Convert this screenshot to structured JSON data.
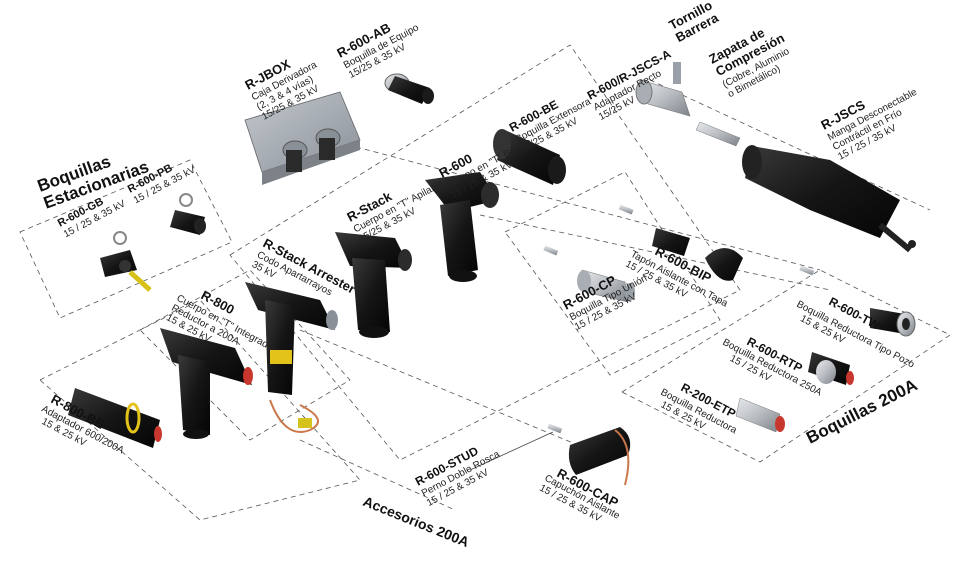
{
  "groups": {
    "estacionarias_1": "Boquillas",
    "estacionarias_2": "Estacionarias",
    "boquillas200": "Boquillas 200A",
    "accesorios200": "Accesorios 200A"
  },
  "parts": {
    "jbox": {
      "code": "R-JBOX",
      "d1": "Caja Derivadora",
      "d2": "(2, 3 & 4 vías)",
      "d3": "15/25 & 35 kV"
    },
    "ab": {
      "code": "R-600-AB",
      "d1": "Boquilla de Equipo",
      "d2": "15/25 & 35 kV"
    },
    "pb": {
      "code": "R-600-PB",
      "d1": "15 / 25 & 35 kV"
    },
    "gb": {
      "code": "R-600-GB",
      "d1": "15 / 25 & 35 kV"
    },
    "tornillo": {
      "l1": "Tornillo",
      "l2": "Barrera"
    },
    "zapata": {
      "l1": "Zapata de",
      "l2": "Compresión",
      "d1": "(Cobre, Aluminio",
      "d2": "o Bimetálico)"
    },
    "jscsa": {
      "code": "R-600/R-JSCS-A",
      "d1": "Adaptador Recto",
      "d2": "15/25 kV"
    },
    "be": {
      "code": "R-600-BE",
      "d1": "Boquilla Extensora",
      "d2": "15/25 & 35 kV"
    },
    "r600": {
      "code": "R-600",
      "d1": "Cuerpo en \"T\" Básico",
      "d2": "15 / 25 & 35 kV"
    },
    "jscs": {
      "code": "R-JSCS",
      "d1": "Manga Desconectable",
      "d2": "Contráctil en Frío",
      "d3": "15 / 25 / 35 kV"
    },
    "stack": {
      "code": "R-Stack",
      "d1": "Cuerpo en \"T\" Apilable",
      "d2": "15/25 & 35 kV"
    },
    "arrester": {
      "code": "R-Stack Arrester",
      "d1": "Codo Apartarrayos",
      "d2": "35 kV"
    },
    "r800": {
      "code": "R-800",
      "d1": "Cuerpo en \"T\" Integrado",
      "d2": "Reductor a 200A",
      "d3": "15 & 25 kV"
    },
    "bip": {
      "code": "R-600-BIP",
      "d1": "Tapón Aislante con Tapa",
      "d2": "15 / 25 & 35 kV"
    },
    "cp": {
      "code": "R-600-CP",
      "d1": "Boquilla Tipo Unión",
      "d2": "15 / 25 & 35 kV"
    },
    "tw": {
      "code": "R-600-TW",
      "d1": "Boquilla Reductora Tipo Pozo",
      "d2": "15 & 25 kV"
    },
    "rtp": {
      "code": "R-600-RTP",
      "d1": "Boquilla Reductora 250A",
      "d2": "15 / 25 kV"
    },
    "etp": {
      "code": "R-200-ETP",
      "d1": "Boquilla Reductora",
      "d2": "15 & 25 kV"
    },
    "be800": {
      "code": "R-800-BE",
      "d1": "Adaptador 600/200A",
      "d2": "15 & 25 kV"
    },
    "stud": {
      "code": "R-600-STUD",
      "d1": "Perno Doble Rosca",
      "d2": "15 / 25 & 35 kV"
    },
    "cap": {
      "code": "R-600-CAP",
      "d1": "Capuchón Aislante",
      "d2": "15 / 25 & 35 kV"
    }
  },
  "colors": {
    "rubber": "#151515",
    "rubber_edge": "#3a3a3a",
    "metal": "#b9bdc2",
    "metal_dark": "#7c8288",
    "box": "#9aa0a8",
    "accent_red": "#c8372d",
    "accent_yellow": "#e3c21a",
    "copper": "#c9784a",
    "frame_line": "#555555"
  }
}
